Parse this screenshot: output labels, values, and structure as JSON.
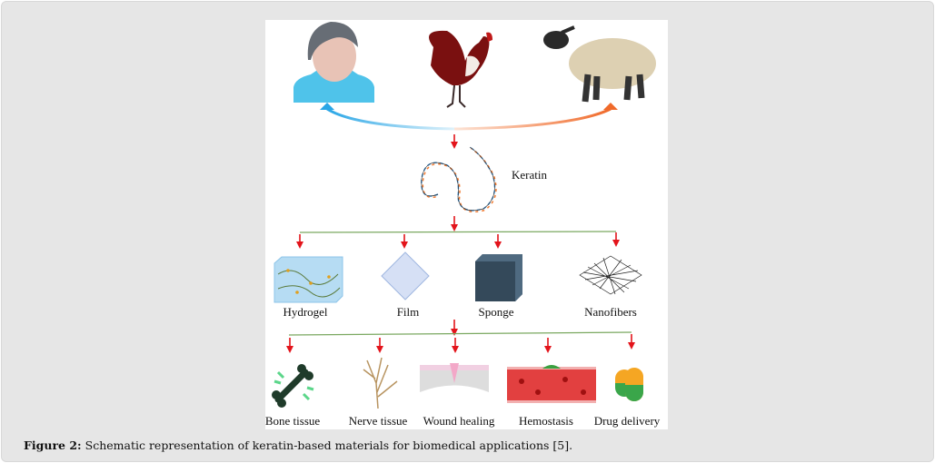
{
  "figure": {
    "sources": [
      "human",
      "chicken",
      "sheep"
    ],
    "center_label": "Keratin",
    "materials": [
      "Hydrogel",
      "Film",
      "Sponge",
      "Nanofibers"
    ],
    "applications": [
      "Bone tissue",
      "Nerve tissue",
      "Wound healing",
      "Hemostasis",
      "Drug delivery"
    ],
    "colors": {
      "arrow": "#e3141b",
      "line": "#7aa860",
      "blue": "#3fb6e8",
      "orange": "#f06a2a"
    }
  },
  "caption": {
    "label": "Figure 2:",
    "text": " Schematic representation of keratin-based materials for biomedical applications [5]."
  }
}
